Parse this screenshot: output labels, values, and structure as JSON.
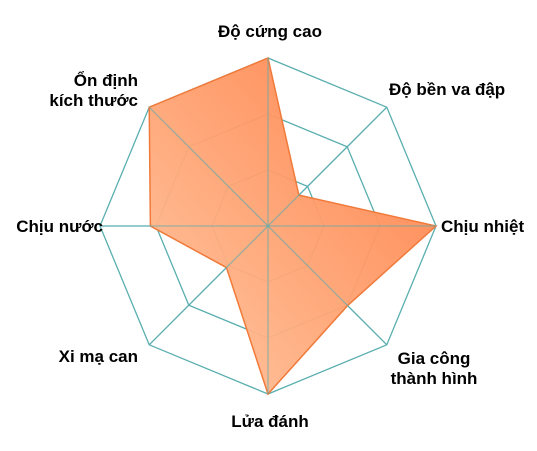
{
  "chart_data": {
    "type": "radar",
    "axes": [
      [
        "Độ cứng cao"
      ],
      [
        "Độ bền va đập"
      ],
      [
        "Chịu nhiệt"
      ],
      [
        "Gia công",
        "thành hình"
      ],
      [
        "Lửa đánh"
      ],
      [
        "Xi mạ can"
      ],
      [
        "Chịu nước"
      ],
      [
        "Ổn định",
        "kích thước"
      ]
    ],
    "series": [
      {
        "values": [
          1.0,
          0.26,
          1.0,
          0.67,
          1.0,
          0.35,
          0.7,
          1.0
        ]
      }
    ],
    "range": [
      0,
      1
    ],
    "rings": 3,
    "grid": true,
    "colors": {
      "grid": "#5aaeb0",
      "fill_light": "#ffc7a0",
      "fill_dark": "#ff7a40",
      "outline": "#f07a3a"
    }
  }
}
